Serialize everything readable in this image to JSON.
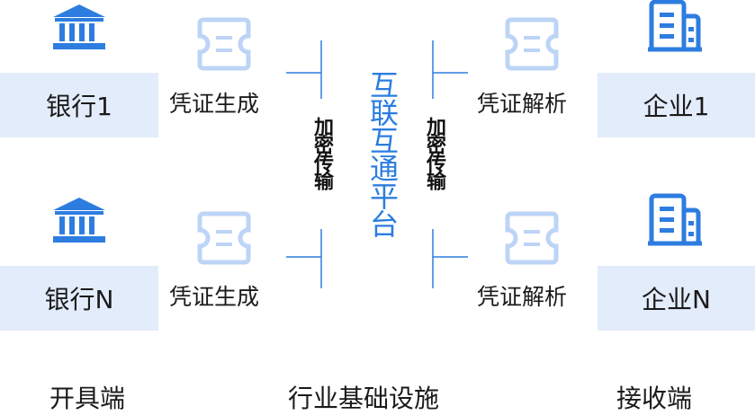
{
  "senders": [
    {
      "label": "银行1",
      "action": "凭证生成",
      "icon": "bank-icon"
    },
    {
      "label": "银行N",
      "action": "凭证生成",
      "icon": "bank-icon"
    }
  ],
  "receivers": [
    {
      "label": "企业1",
      "action": "凭证解析",
      "icon": "building-icon"
    },
    {
      "label": "企业N",
      "action": "凭证解析",
      "icon": "building-icon"
    }
  ],
  "left_transport": "加密传输",
  "right_transport": "加密传输",
  "platform": "互联互通平台",
  "footer": {
    "left": "开具端",
    "center": "行业基础设施",
    "right": "接收端"
  },
  "colors": {
    "primary": "#2d7de0",
    "light_icon": "#bcd4f6",
    "box_bg": "#e3ecfa"
  }
}
